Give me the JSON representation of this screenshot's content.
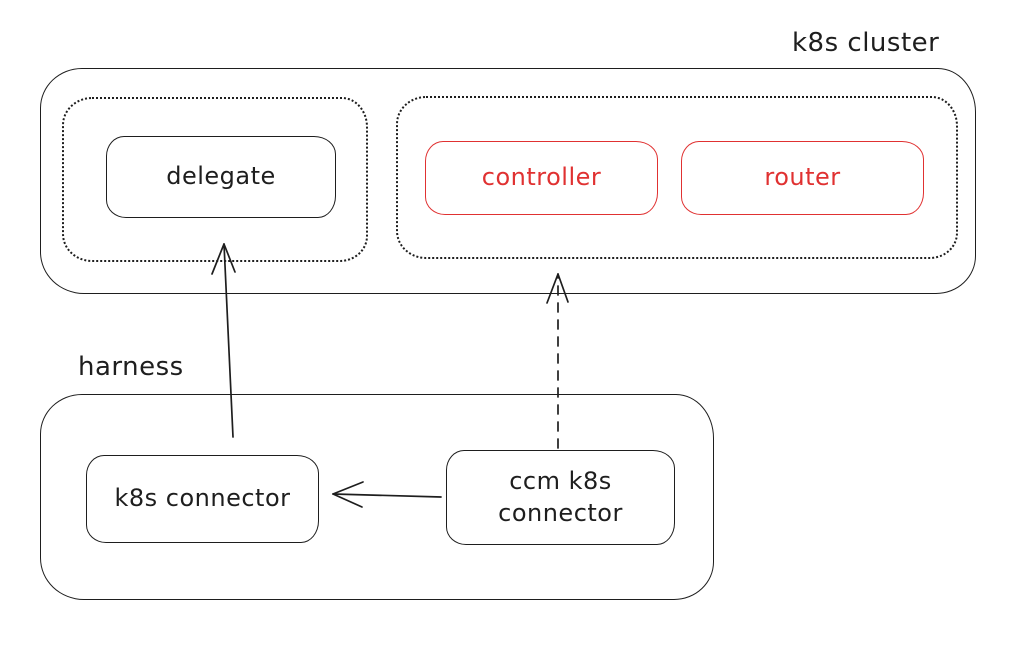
{
  "diagram": {
    "title": "harness to k8s cluster connectivity diagram",
    "groups": {
      "k8s_cluster": {
        "label": "k8s cluster",
        "border_style": "solid"
      },
      "delegate_pod": {
        "label": "",
        "border_style": "dotted"
      },
      "ccm_pod": {
        "label": "",
        "border_style": "dotted"
      },
      "harness": {
        "label": "harness",
        "border_style": "solid"
      }
    },
    "nodes": {
      "delegate": {
        "label": "delegate",
        "color": "#1e1e1e",
        "group": "delegate_pod"
      },
      "controller": {
        "label": "controller",
        "color": "#e03131",
        "group": "ccm_pod"
      },
      "router": {
        "label": "router",
        "color": "#e03131",
        "group": "ccm_pod"
      },
      "k8s_connector": {
        "label": "k8s connector",
        "color": "#1e1e1e",
        "group": "harness"
      },
      "ccm_k8s_connector": {
        "label": "ccm k8s connector",
        "color": "#1e1e1e",
        "group": "harness"
      }
    },
    "edges": [
      {
        "from": "k8s connector",
        "to": "delegate pod group",
        "style": "solid",
        "direction": "up"
      },
      {
        "from": "ccm k8s connector",
        "to": "controller/router pod group",
        "style": "dashed",
        "direction": "up"
      },
      {
        "from": "ccm k8s connector",
        "to": "k8s connector",
        "style": "solid",
        "direction": "left"
      }
    ],
    "colors": {
      "stroke": "#1e1e1e",
      "accent_red": "#e03131",
      "background": "#ffffff"
    }
  }
}
